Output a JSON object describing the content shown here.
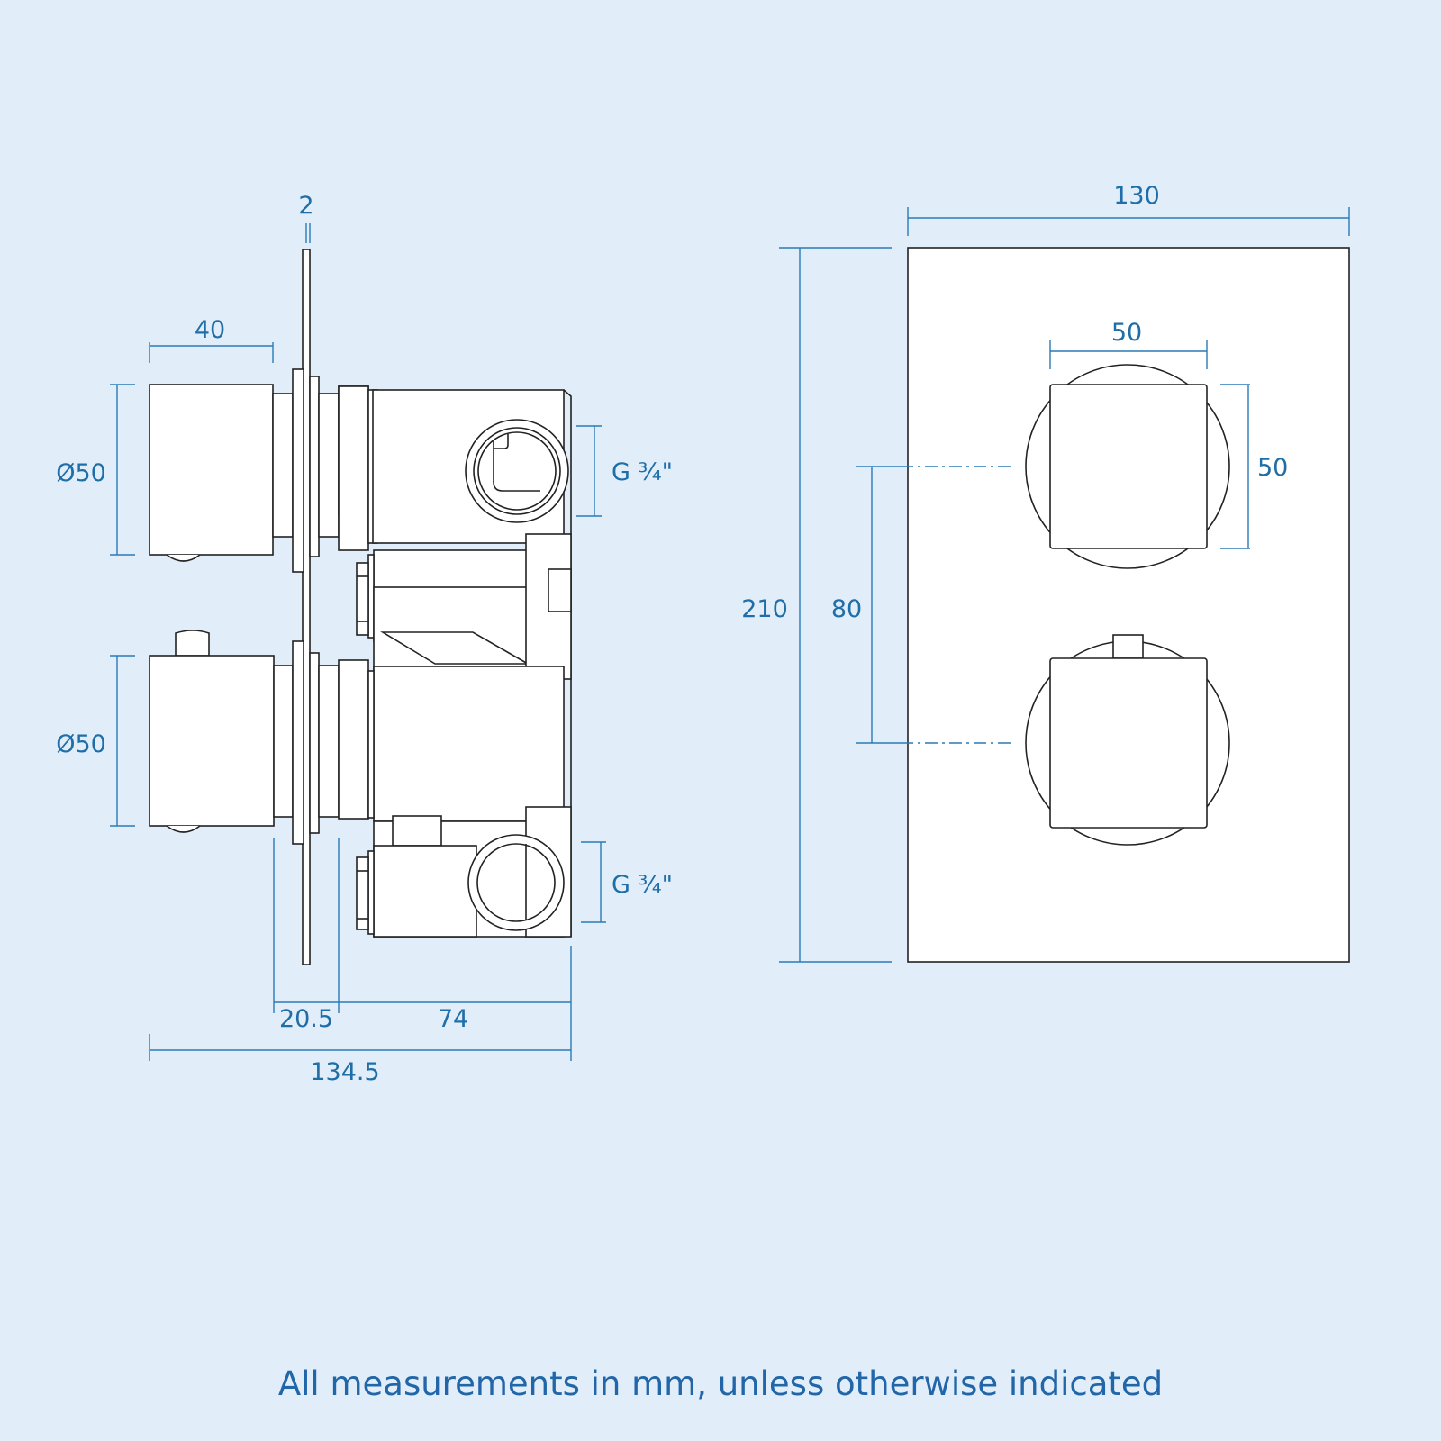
{
  "side_view": {
    "dim_plate": "2",
    "dim_handle_depth": "40",
    "dim_handle_dia_top": "Ø50",
    "dim_handle_dia_bottom": "Ø50",
    "dim_outlet_top": "G ¾\"",
    "dim_outlet_bottom": "G ¾\"",
    "dim_spacer": "20.5",
    "dim_body": "74",
    "dim_total": "134.5"
  },
  "front_view": {
    "dim_width": "130",
    "dim_height": "210",
    "dim_centres": "80",
    "dim_handle_width": "50",
    "dim_handle_height": "50"
  },
  "caption": "All measurements in mm, unless otherwise indicated",
  "colors": {
    "background": "#e1eefa",
    "dimension": "#2a7ab5",
    "outline": "#222222"
  }
}
